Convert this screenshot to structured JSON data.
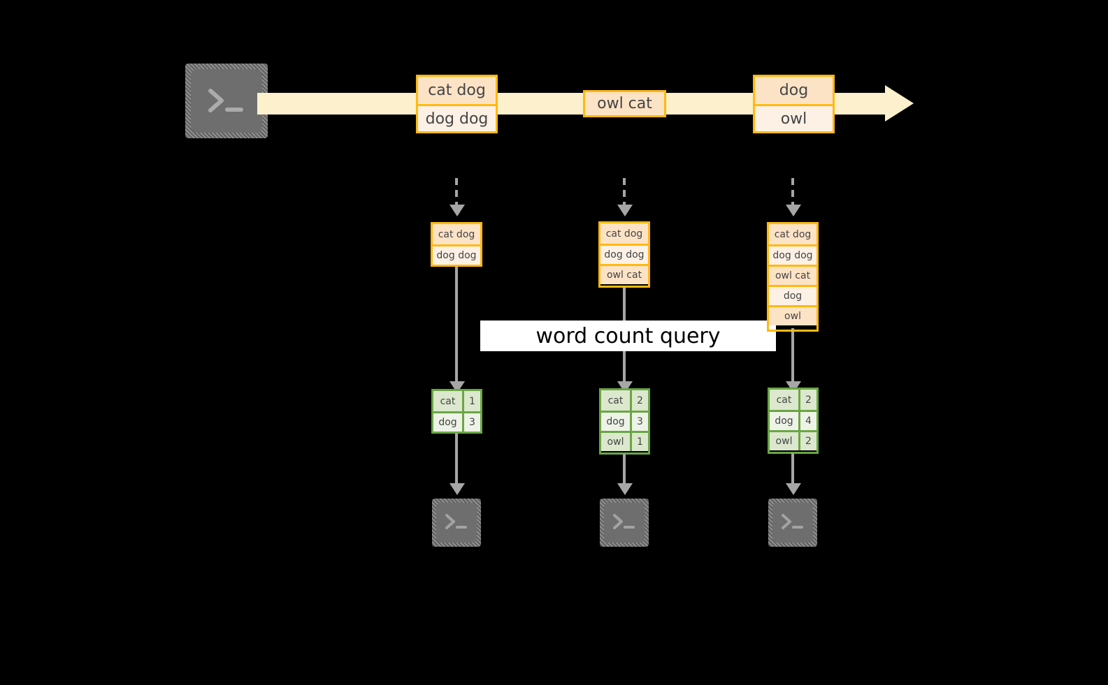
{
  "diagram": {
    "title_label": "word count query",
    "colors": {
      "stream_fill": "#fdf0cd",
      "record_border": "#ffb90f",
      "record_fill_dark": "#fde3c6",
      "record_fill_light": "#fdf1e6",
      "table_border": "#6aa644",
      "table_fill_dark": "#dbe8cd",
      "table_fill_light": "#eef3e8",
      "connector": "#a6a6a6",
      "terminal_body": "#6e6e6e",
      "background": "#000000",
      "label_background": "#ffffff"
    },
    "source_terminal": {
      "icon": "terminal-prompt-icon"
    },
    "stream": {
      "icon": "stream-arrow-icon",
      "records": [
        {
          "lines": [
            "cat dog",
            "dog dog"
          ]
        },
        {
          "lines": [
            "owl cat"
          ]
        },
        {
          "lines": [
            "dog",
            "owl"
          ]
        }
      ]
    },
    "snapshots": [
      {
        "lines": [
          "cat dog",
          "dog dog"
        ]
      },
      {
        "lines": [
          "cat dog",
          "dog dog",
          "owl cat"
        ]
      },
      {
        "lines": [
          "cat dog",
          "dog dog",
          "owl cat",
          "dog",
          "owl"
        ]
      }
    ],
    "results": [
      {
        "rows": [
          {
            "word": "cat",
            "count": "1"
          },
          {
            "word": "dog",
            "count": "3"
          }
        ]
      },
      {
        "rows": [
          {
            "word": "cat",
            "count": "2"
          },
          {
            "word": "dog",
            "count": "3"
          },
          {
            "word": "owl",
            "count": "1"
          }
        ]
      },
      {
        "rows": [
          {
            "word": "cat",
            "count": "2"
          },
          {
            "word": "dog",
            "count": "4"
          },
          {
            "word": "owl",
            "count": "2"
          }
        ]
      }
    ],
    "sink_terminals": [
      {
        "icon": "terminal-prompt-icon"
      },
      {
        "icon": "terminal-prompt-icon"
      },
      {
        "icon": "terminal-prompt-icon"
      }
    ]
  }
}
